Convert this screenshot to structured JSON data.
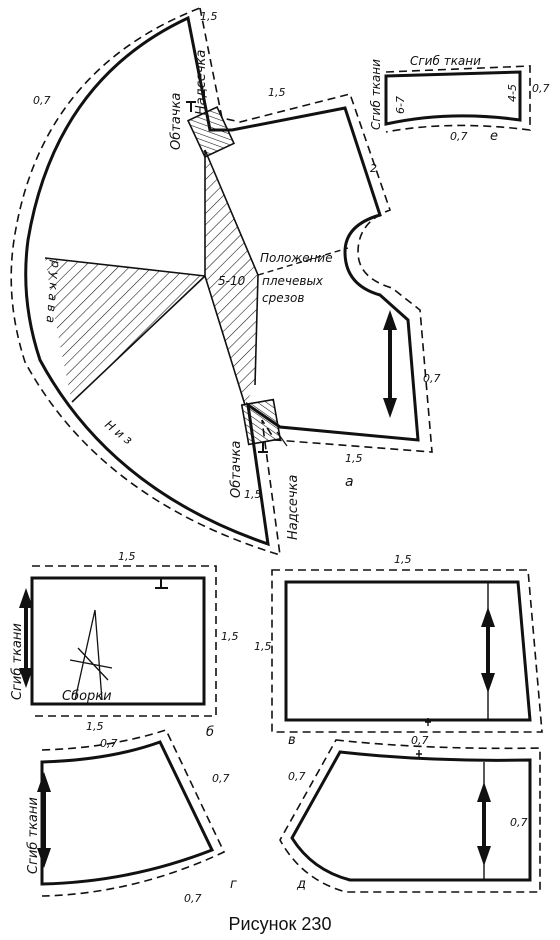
{
  "caption": "Рисунок 230",
  "piece_a": {
    "letter": "а",
    "dim_top_right": "1,5",
    "dim_top_corner": "1,5",
    "dim_side": "2",
    "dim_left_arc": "0,7",
    "dim_bottom_right": "0,7",
    "dim_bottom": "1,5",
    "dim_bottom_corner": "1,5",
    "dart_top": "Обтачка",
    "notch_top": "Надсечка",
    "dart_bottom": "Обтачка",
    "notch_bottom": "Надсечка",
    "range_label": "5-10",
    "shoulder_note": [
      "Положение",
      "плечевых",
      "срезов"
    ],
    "sleeve_word": "р у к а в а",
    "hem_word": "Н и з"
  },
  "piece_e": {
    "letter": "е",
    "fold": "Сгиб ткани",
    "fold_side": "Сгиб ткани",
    "num_left": "6-7",
    "num_right": "4-5",
    "dim_right": "0,7",
    "dim_bottom": "0,7"
  },
  "piece_b": {
    "letter": "б",
    "fold": "Сгиб ткани",
    "gathers": "Сборки",
    "dim_top": "1,5",
    "dim_right": "1,5",
    "dim_bottom": "1,5"
  },
  "piece_v": {
    "letter": "в",
    "dim_top": "1,5",
    "dim_left": "1,5"
  },
  "piece_g": {
    "letter": "г",
    "fold": "Сгиб ткани",
    "dim_top": "0,7",
    "dim_right": "0,7",
    "dim_bottom": "0,7"
  },
  "piece_d": {
    "letter": "д",
    "dim_top": "0,7",
    "dim_left": "0,7",
    "dim_right": "0,7"
  }
}
